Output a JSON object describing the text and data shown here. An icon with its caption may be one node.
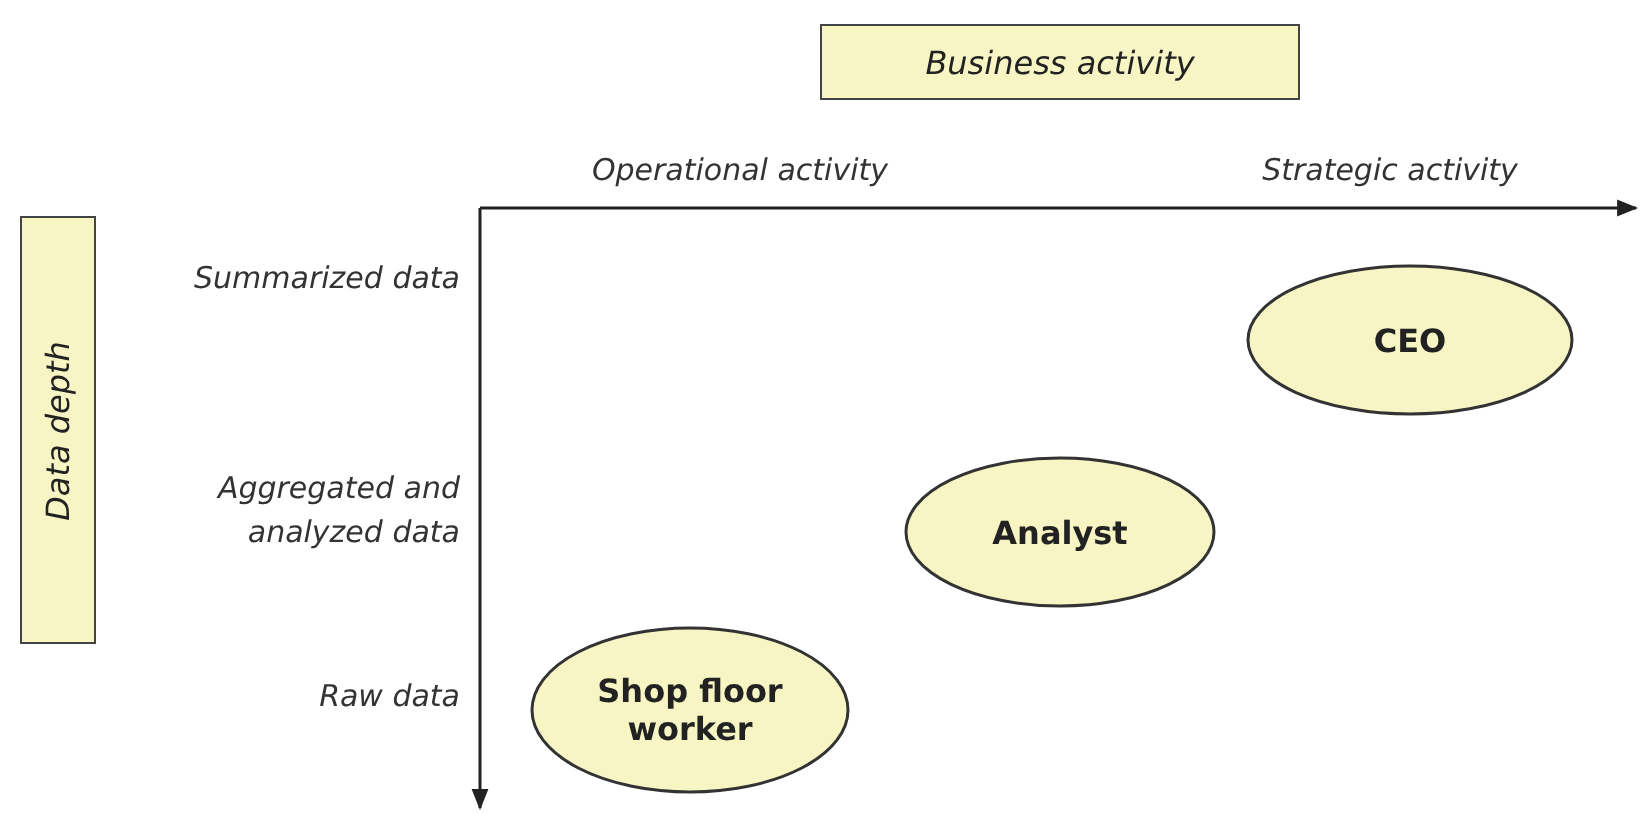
{
  "diagram": {
    "nodes": [
      {
        "text": [
          "Business activity"
        ]
      },
      {
        "text": [
          "Data depth"
        ]
      },
      {
        "text": [
          "CEO"
        ]
      },
      {
        "text": [
          "Analyst"
        ]
      },
      {
        "text": [
          "Shop floor worker"
        ]
      }
    ],
    "labels": [
      "Operational activity",
      "Strategic activity",
      "Summarized data",
      "Aggregated and analyzed data",
      "Raw data"
    ]
  }
}
